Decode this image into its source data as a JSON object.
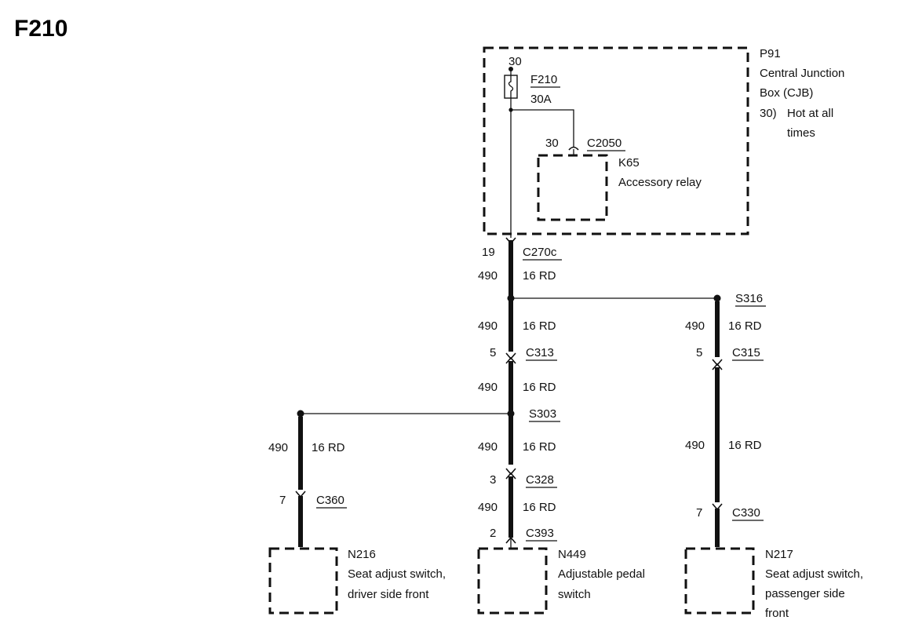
{
  "title": "F210",
  "junction_box": {
    "id": "P91",
    "name_line1": "Central Junction",
    "name_line2": "Box (CJB)",
    "pin_note_num": "30)",
    "pin_note_line1": "Hot at all",
    "pin_note_line2": "times"
  },
  "fuse": {
    "pin": "30",
    "id": "F210",
    "rating": "30A"
  },
  "relay": {
    "pin": "30",
    "connector": "C2050",
    "id": "K65",
    "name": "Accessory relay"
  },
  "c270c": {
    "pin": "19",
    "id": "C270c",
    "circuit": "490",
    "wire": "16 RD"
  },
  "s316": {
    "id": "S316"
  },
  "center_upper": {
    "circuit": "490",
    "wire": "16 RD"
  },
  "c313": {
    "pin": "5",
    "id": "C313"
  },
  "center_mid": {
    "circuit": "490",
    "wire": "16 RD"
  },
  "s303": {
    "id": "S303"
  },
  "right_upper": {
    "circuit": "490",
    "wire": "16 RD"
  },
  "c315": {
    "pin": "5",
    "id": "C315"
  },
  "right_lower": {
    "circuit": "490",
    "wire": "16 RD"
  },
  "c330": {
    "pin": "7",
    "id": "C330"
  },
  "left_wire": {
    "circuit": "490",
    "wire": "16 RD"
  },
  "c360": {
    "pin": "7",
    "id": "C360"
  },
  "center_lower": {
    "circuit": "490",
    "wire": "16 RD"
  },
  "c328": {
    "pin": "3",
    "id": "C328"
  },
  "center_bottom": {
    "circuit": "490",
    "wire": "16 RD"
  },
  "c393": {
    "pin": "2",
    "id": "C393"
  },
  "n216": {
    "id": "N216",
    "line1": "Seat adjust switch,",
    "line2": "driver side front"
  },
  "n449": {
    "id": "N449",
    "line1": "Adjustable pedal",
    "line2": "switch"
  },
  "n217": {
    "id": "N217",
    "line1": "Seat adjust switch,",
    "line2": "passenger side",
    "line3": "front"
  }
}
